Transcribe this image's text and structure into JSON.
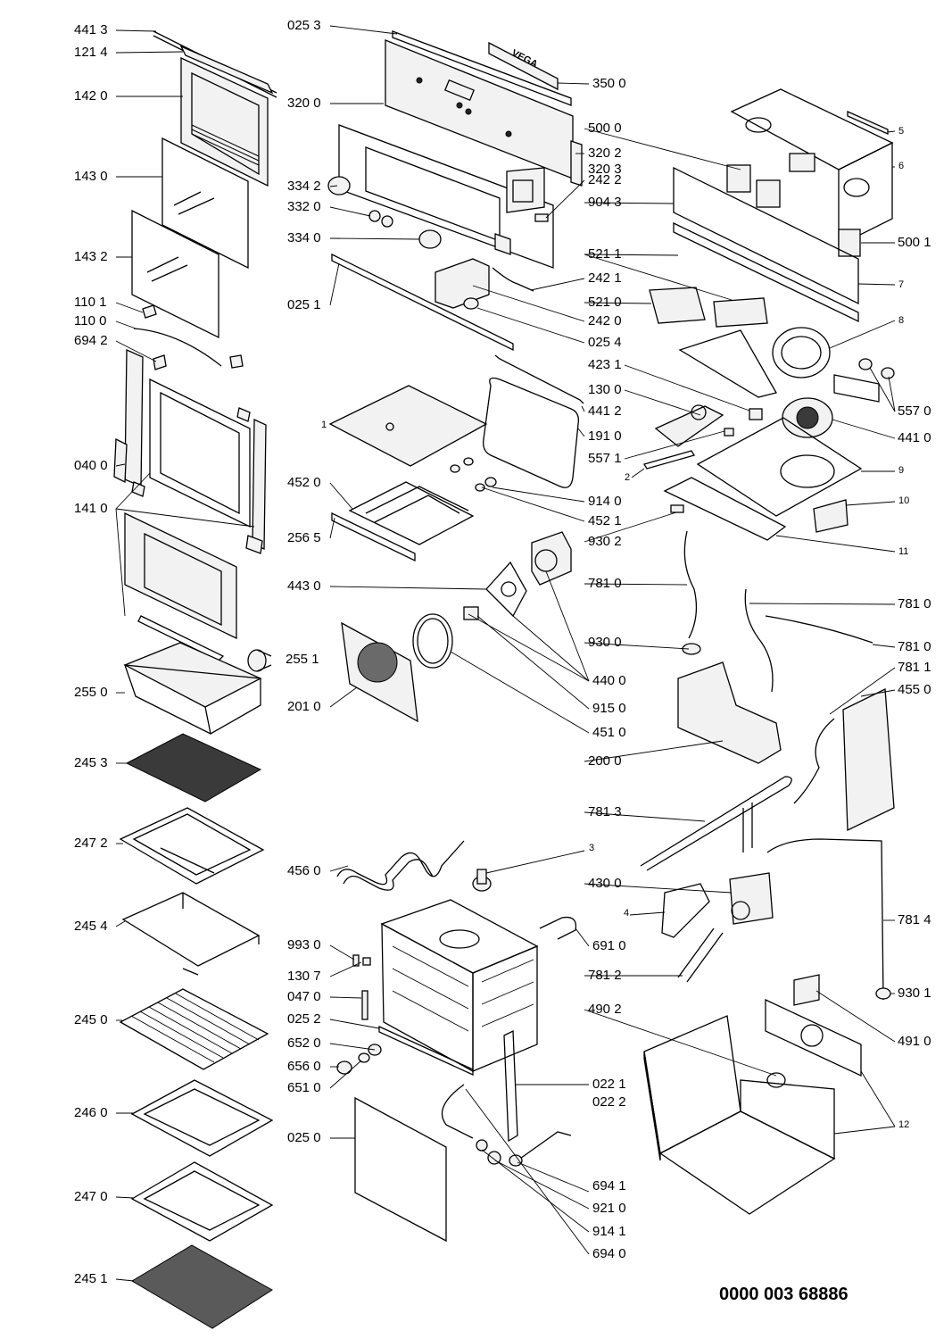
{
  "diagram_id": "0000 003 68886",
  "brand_badge": "VEGA",
  "labels": {
    "p4413": "441 3",
    "p1214": "121 4",
    "p1420": "142 0",
    "p1430": "143 0",
    "p1432": "143 2",
    "p1101": "110 1",
    "p1100": "110 0",
    "p6942": "694 2",
    "p0400": "040 0",
    "p1410": "141 0",
    "p2550": "255 0",
    "p2453": "245 3",
    "p2472": "247 2",
    "p2454": "245 4",
    "p2450": "245 0",
    "p2460": "246 0",
    "p2470": "247 0",
    "p2451": "245 1",
    "p0253": "025 3",
    "p3200": "320 0",
    "p3342": "334 2",
    "p3320": "332 0",
    "p3340": "334 0",
    "p0251": "025 1",
    "p1": "1",
    "p4520": "452 0",
    "p2565": "256 5",
    "p4430": "443 0",
    "p2551": "255 1",
    "p2010": "201 0",
    "p4560": "456 0",
    "p9930": "993 0",
    "p1307": "130 7",
    "p0470": "047 0",
    "p0252": "025 2",
    "p6520": "652 0",
    "p6560": "656 0",
    "p6510": "651 0",
    "p0250": "025 0",
    "p3500": "350 0",
    "p5000": "500 0",
    "p3202": "320 2",
    "p3203": "320 3",
    "p2422": "242 2",
    "p9043": "904 3",
    "p5211": "521 1",
    "p2421": "242 1",
    "p5210": "521 0",
    "p2420": "242 0",
    "p0254": "025 4",
    "p4231": "423 1",
    "p1300": "130 0",
    "p4412": "441 2",
    "p1910": "191 0",
    "p5571": "557 1",
    "p2": "2",
    "p9140": "914 0",
    "p4521": "452 1",
    "p9302": "930 2",
    "p7810a": "781 0",
    "p9300": "930 0",
    "p4400": "440 0",
    "p9150": "915 0",
    "p4510": "451 0",
    "p2000": "200 0",
    "p7813": "781 3",
    "p3": "3",
    "p4300": "430 0",
    "p4": "4",
    "p6910": "691 0",
    "p7812": "781 2",
    "p4902": "490 2",
    "p0221": "022 1",
    "p0222": "022 2",
    "p6941": "694 1",
    "p9210": "921 0",
    "p9141": "914 1",
    "p6940": "694 0",
    "p5": "5",
    "p6": "6",
    "p5001": "500 1",
    "p7": "7",
    "p8": "8",
    "p5570": "557 0",
    "p4410": "441 0",
    "p9": "9",
    "p10": "10",
    "p11": "11",
    "p7810b": "781 0",
    "p7810c": "781 0",
    "p7811": "781 1",
    "p4550": "455 0",
    "p7814": "781 4",
    "p9301": "930 1",
    "p4910": "491 0",
    "p12": "12"
  }
}
